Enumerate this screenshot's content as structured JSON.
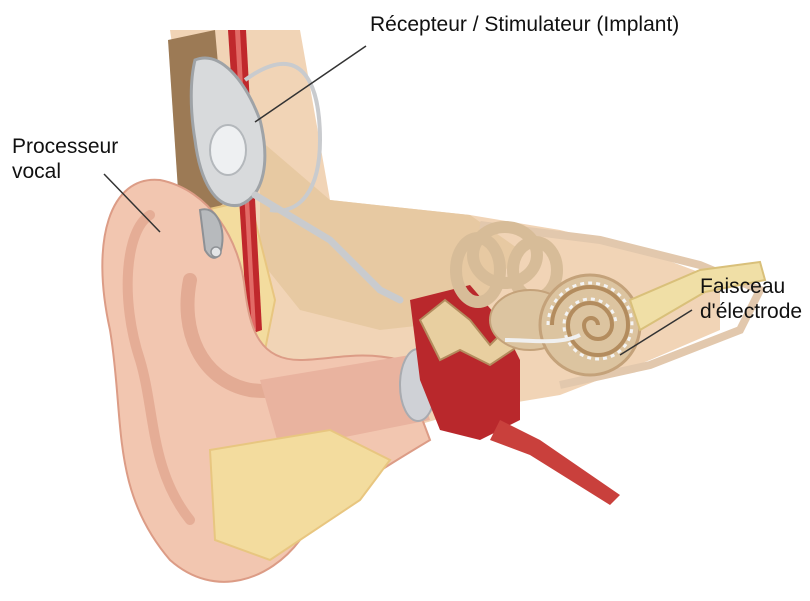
{
  "labels": {
    "receiver_stimulator": "Récepteur / Stimulateur (Implant)",
    "speech_processor_line1": "Processeur",
    "speech_processor_line2": "vocal",
    "electrode_array_line1": "Faisceau",
    "electrode_array_line2": "d'électrode"
  },
  "colors": {
    "skin": "#f2c6b0",
    "skin_shadow": "#dc9c86",
    "fat": "#f3dc9e",
    "bone": "#dcc4a0",
    "bone_dark": "#c4a27a",
    "muscle": "#b9282c",
    "implant": "#d8dadc",
    "ear_drum": "#cfd1d6",
    "leader_line": "#333333"
  }
}
